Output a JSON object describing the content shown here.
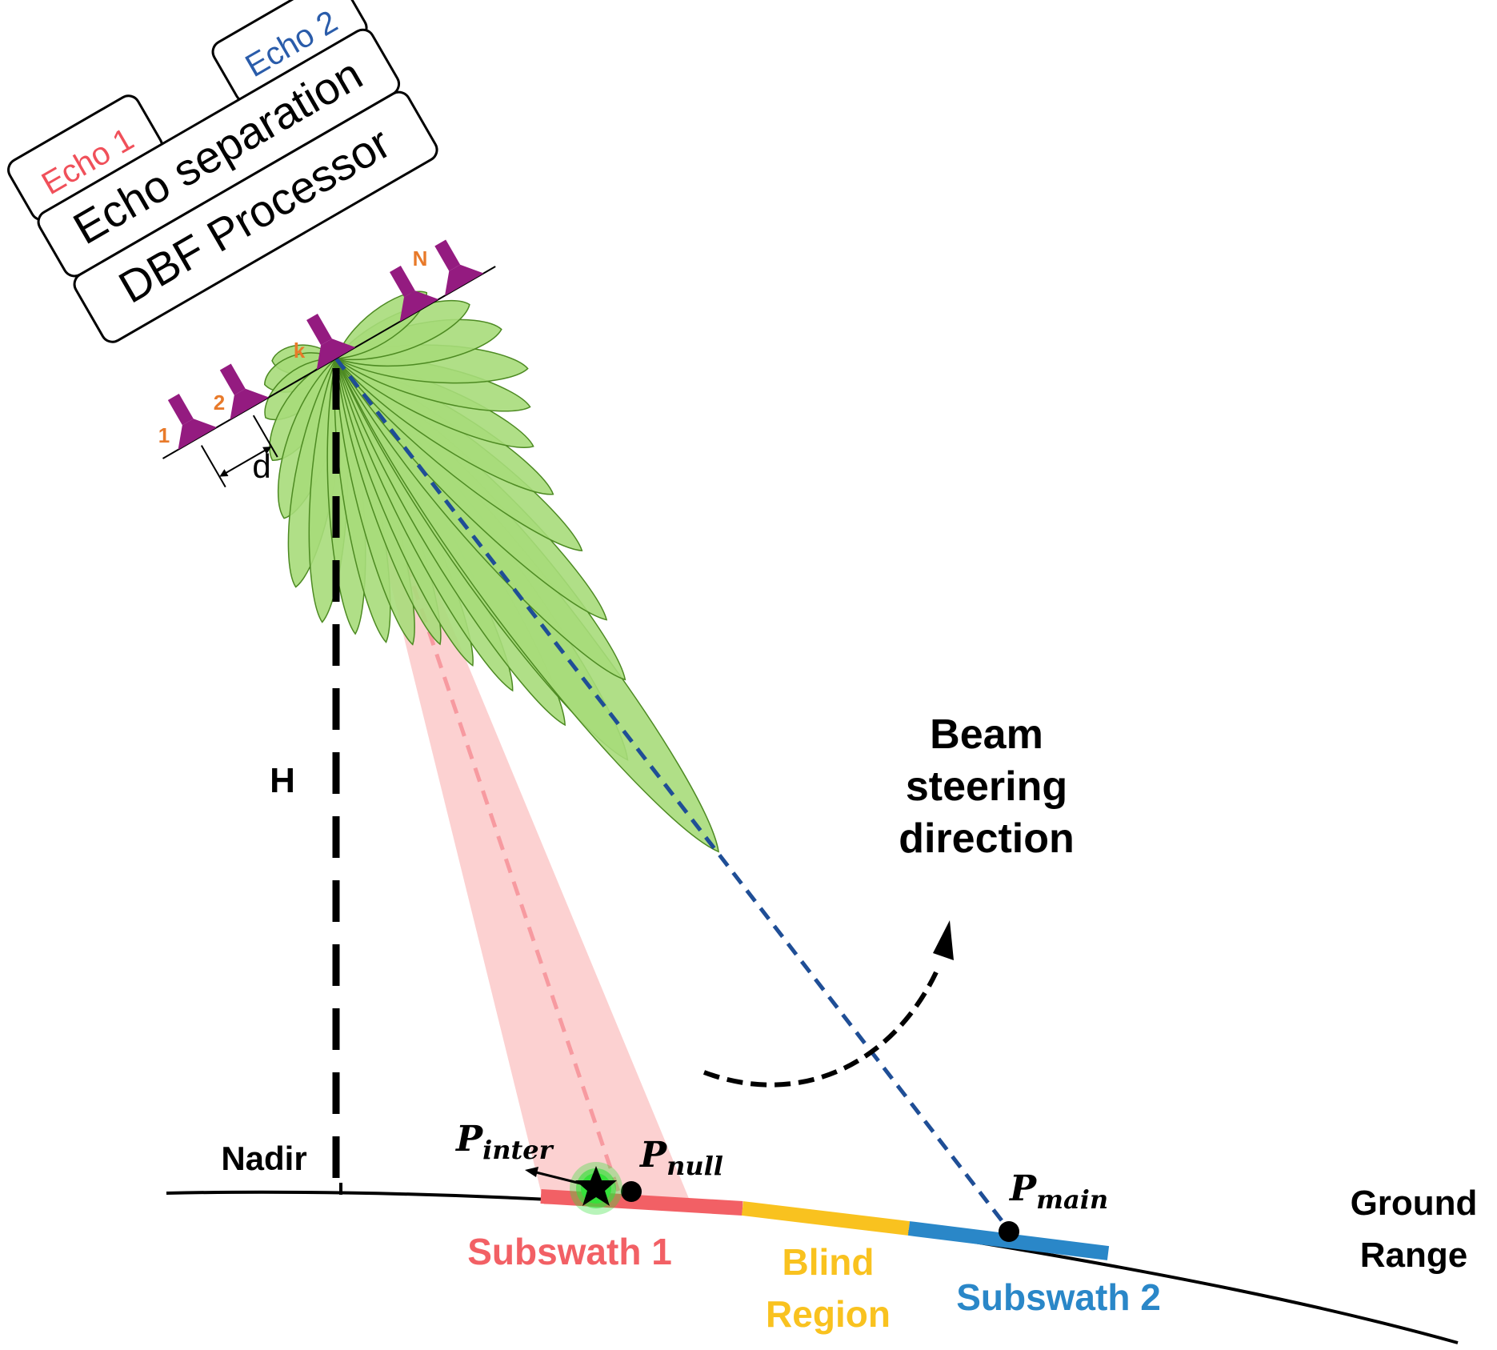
{
  "colors": {
    "echo1": "#f0505a",
    "echo2": "#2a5caa",
    "beam_fill": "#a7dc7a",
    "beam_stroke": "#4d8a22",
    "pink_beam": "#fbc9c9",
    "pink_dash": "#f79aa0",
    "subswath1": "#f26065",
    "blind": "#f9c21f",
    "subswath2": "#2a87c8",
    "steer_dash": "#1f4e96",
    "horn": "#941b80",
    "element_label": "#e87a2a",
    "star_glow": "#35e03a"
  },
  "processor": {
    "echo1_label": "Echo 1",
    "echo2_label": "Echo 2",
    "echo_separation": "Echo separation",
    "dbf_processor": "DBF Processor"
  },
  "antenna": {
    "elements": [
      "1",
      "2",
      "k",
      "N"
    ],
    "spacing_label": "d"
  },
  "labels": {
    "height": "H",
    "nadir": "Nadir",
    "beam_steering": [
      "Beam",
      "steering",
      "direction"
    ],
    "ground_range": [
      "Ground",
      "Range"
    ],
    "subswath1": "Subswath 1",
    "blind_region": [
      "Blind",
      "Region"
    ],
    "subswath2": "Subswath 2"
  },
  "points": {
    "inter": {
      "base": "P",
      "sub": "inter"
    },
    "null": {
      "base": "P",
      "sub": "null"
    },
    "main": {
      "base": "P",
      "sub": "main"
    }
  }
}
